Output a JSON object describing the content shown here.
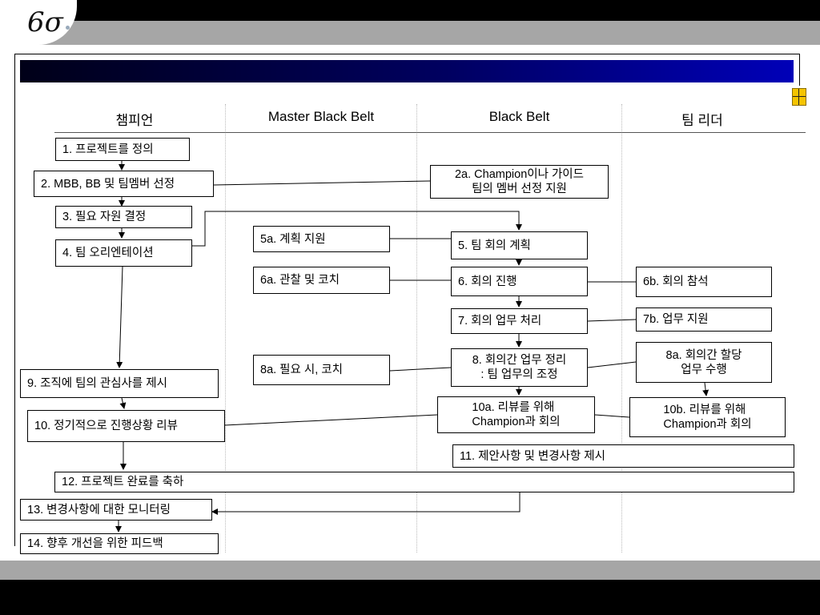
{
  "header": {
    "logo_text": "6σ"
  },
  "columns": [
    {
      "id": "champion",
      "label": "챔피언"
    },
    {
      "id": "mbb",
      "label": "Master Black Belt"
    },
    {
      "id": "bb",
      "label": "Black Belt"
    },
    {
      "id": "leader",
      "label": "팀 리더"
    }
  ],
  "steps": {
    "s1": "1. 프로젝트를 정의",
    "s2": "2. MBB, BB 및 팀멤버 선정",
    "s2a_line1": "2a. Champion이나 가이드",
    "s2a_line2": "팀의 멤버 선정 지원",
    "s3": "3. 필요 자원 결정",
    "s4": "4. 팀 오리엔테이션",
    "s5a": "5a. 계획 지원",
    "s5": "5. 팀 회의 계획",
    "s6a": "6a. 관찰 및 코치",
    "s6": "6. 회의 진행",
    "s6b": "6b. 회의 참석",
    "s7": "7. 회의 업무 처리",
    "s7b": "7b. 업무 지원",
    "s8a_mbb": "8a. 필요 시, 코치",
    "s8_line1": "8. 회의간 업무 정리",
    "s8_line2": ": 팀 업무의 조정",
    "s8a_leader_line1": "8a. 회의간 할당",
    "s8a_leader_line2": "업무 수행",
    "s9": "9. 조직에 팀의 관심사를 제시",
    "s10": "10. 정기적으로 진행상황 리뷰",
    "s10a_line1": "10a. 리뷰를 위해",
    "s10a_line2": "Champion과 회의",
    "s10b_line1": "10b. 리뷰를 위해",
    "s10b_line2": "Champion과 회의",
    "s11": "11. 제안사항 및 변경사항 제시",
    "s12": "12. 프로젝트 완료를 축하",
    "s13": "13. 변경사항에 대한 모니터링",
    "s14": "14. 향후 개선을 위한 피드백"
  }
}
